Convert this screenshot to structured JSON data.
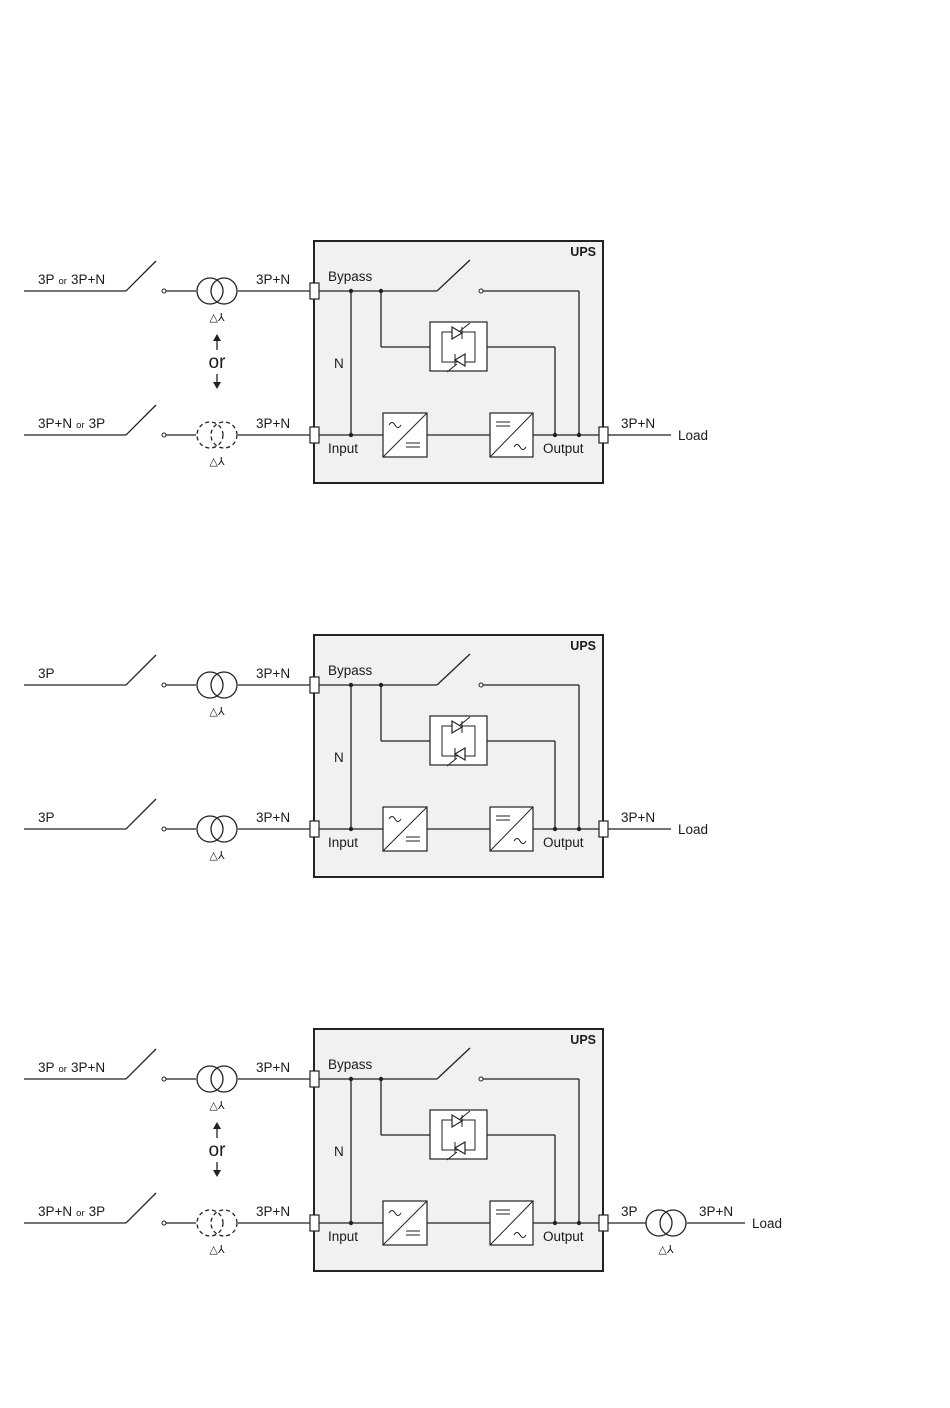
{
  "diagrams": [
    {
      "ups_label": "UPS",
      "bypass_label": "Bypass",
      "neutral_label": "N",
      "input_label": "Input",
      "output_label": "Output",
      "top_source": {
        "part1": "3P",
        "or": "or",
        "part2": "3P+N"
      },
      "bottom_source": {
        "part1": "3P+N",
        "or": "or",
        "part2": "3P"
      },
      "top_transformer": "solid",
      "bottom_transformer": "dashed",
      "alternative_label": "or",
      "bypass_feed_label": "3P+N",
      "input_feed_label": "3P+N",
      "output_line_label": "3P+N",
      "load_label": "Load",
      "output_transformer": false,
      "transformer_symbol": "△⅄"
    },
    {
      "ups_label": "UPS",
      "bypass_label": "Bypass",
      "neutral_label": "N",
      "input_label": "Input",
      "output_label": "Output",
      "top_source": {
        "part1": "3P",
        "or": "",
        "part2": ""
      },
      "bottom_source": {
        "part1": "3P",
        "or": "",
        "part2": ""
      },
      "top_transformer": "solid",
      "bottom_transformer": "solid",
      "alternative_label": "",
      "bypass_feed_label": "3P+N",
      "input_feed_label": "3P+N",
      "output_line_label": "3P+N",
      "load_label": "Load",
      "output_transformer": false,
      "transformer_symbol": "△⅄"
    },
    {
      "ups_label": "UPS",
      "bypass_label": "Bypass",
      "neutral_label": "N",
      "input_label": "Input",
      "output_label": "Output",
      "top_source": {
        "part1": "3P",
        "or": "or",
        "part2": "3P+N"
      },
      "bottom_source": {
        "part1": "3P+N",
        "or": "or",
        "part2": "3P"
      },
      "top_transformer": "solid",
      "bottom_transformer": "dashed",
      "alternative_label": "or",
      "bypass_feed_label": "3P+N",
      "input_feed_label": "3P+N",
      "output_line_label": "3P",
      "output_transformer_label": "3P+N",
      "load_label": "Load",
      "output_transformer": true,
      "transformer_symbol": "△⅄"
    }
  ]
}
